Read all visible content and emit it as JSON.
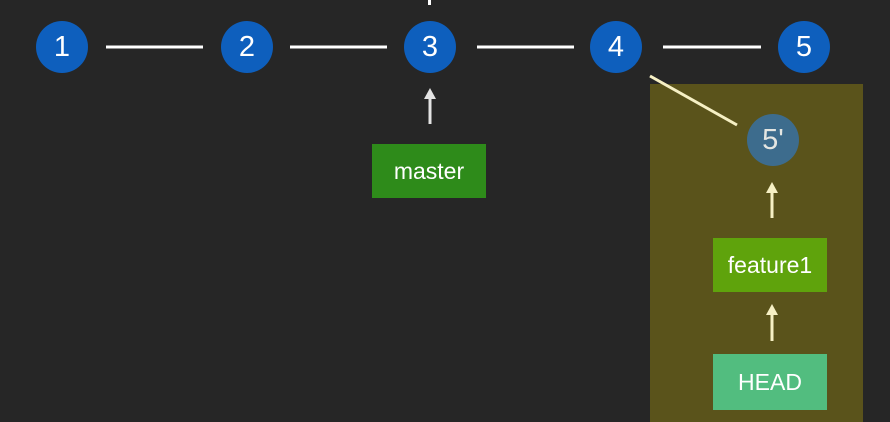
{
  "commits": [
    {
      "id": "c1",
      "label": "1"
    },
    {
      "id": "c2",
      "label": "2"
    },
    {
      "id": "c3",
      "label": "3"
    },
    {
      "id": "c4",
      "label": "4"
    },
    {
      "id": "c5",
      "label": "5"
    },
    {
      "id": "c5p",
      "label": "5'"
    }
  ],
  "branches": {
    "master": "master",
    "feature1": "feature1",
    "head": "HEAD"
  },
  "colors": {
    "background": "#262626",
    "commit": "#0e5fbd",
    "rebased_commit": "#3d6c8d",
    "highlight": "#5a531b",
    "master_label": "#2e8b1a",
    "feature_label": "#5fa30c",
    "head_label": "#52bd7f",
    "master_arrow": "#e3e3e3",
    "feature_arrows": "#f6f0c4"
  }
}
